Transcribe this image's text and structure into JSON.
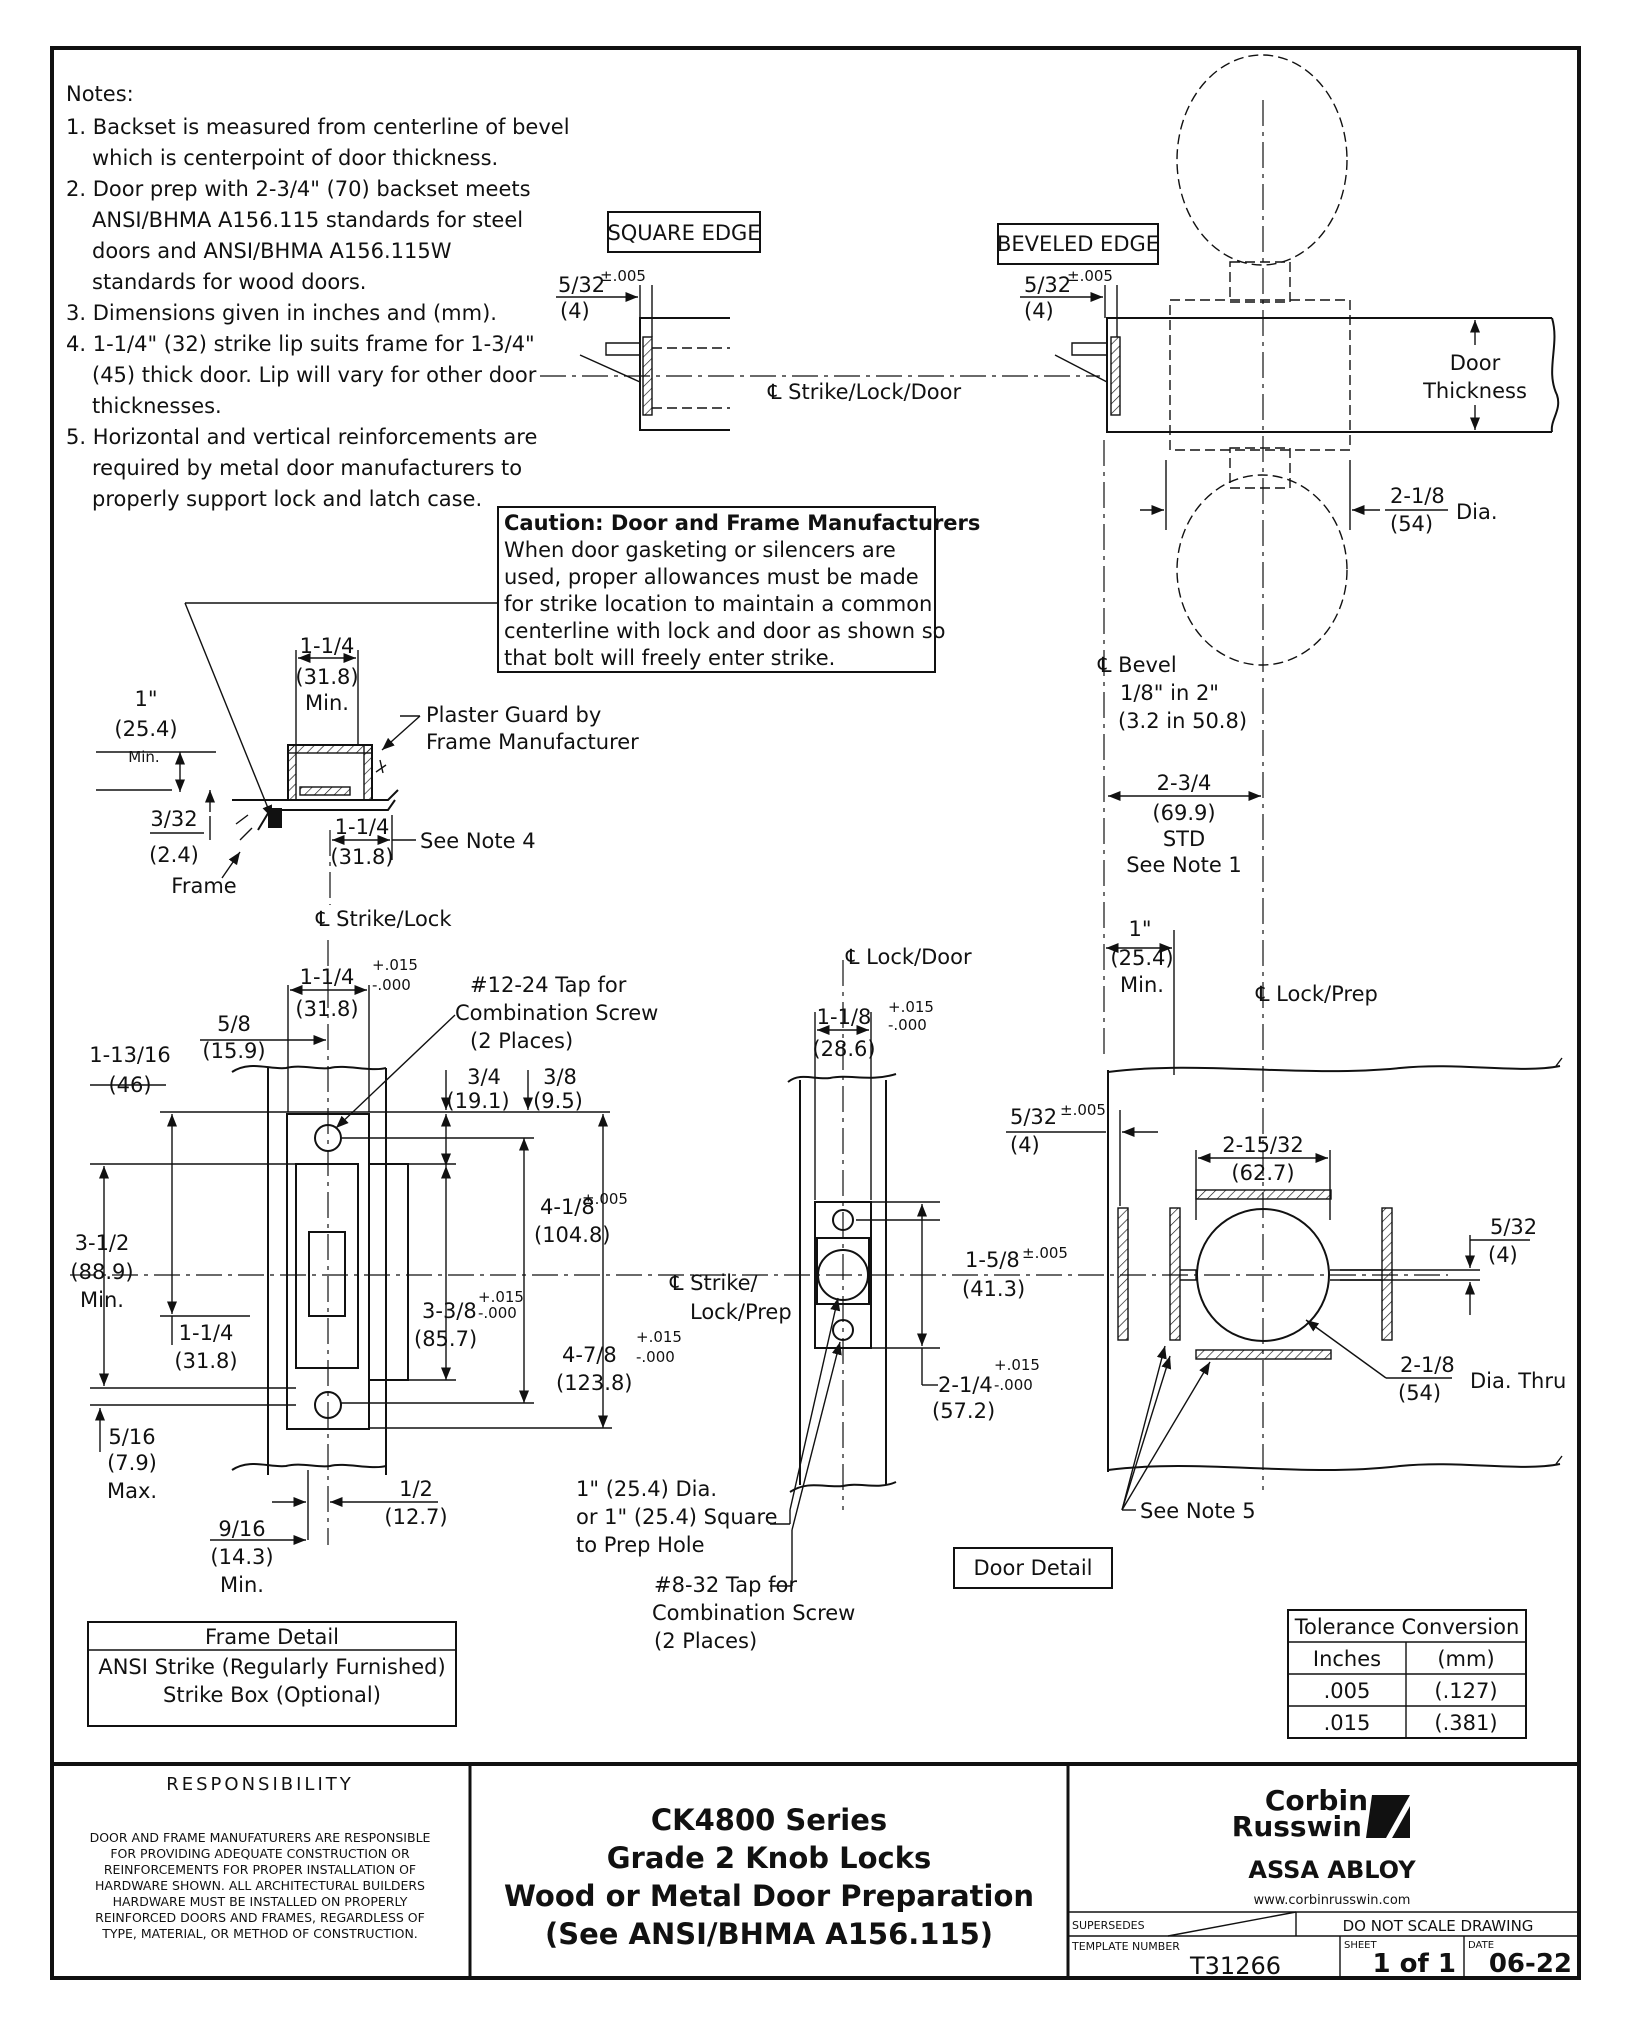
{
  "notes": {
    "heading": "Notes:",
    "items": [
      "1. Backset is measured from centerline of bevel",
      "which is centerpoint of door thickness.",
      "2. Door prep with 2-3/4\" (70) backset meets",
      "ANSI/BHMA A156.115 standards for steel",
      "doors and ANSI/BHMA A156.115W",
      "standards for wood doors.",
      "3. Dimensions given in inches and (mm).",
      "4. 1-1/4\" (32) strike lip suits frame for 1-3/4\"",
      "(45) thick door. Lip will vary for other door",
      "thicknesses.",
      "5. Horizontal and vertical reinforcements are",
      "required by metal door manufacturers to",
      "properly support lock and latch case."
    ]
  },
  "caution": {
    "title": "Caution: Door and Frame Manufacturers",
    "lines": [
      "When door gasketing or silencers are",
      "used, proper allowances must be made",
      "for strike location to maintain a common",
      "centerline with lock and door as shown so",
      "that bolt will freely enter strike."
    ]
  },
  "square_edge": {
    "label": "SQUARE EDGE",
    "dim": "5/32",
    "tol": "±.005",
    "mm": "(4)"
  },
  "beveled_edge": {
    "label": "BEVELED EDGE",
    "dim": "5/32",
    "tol": "±.005",
    "mm": "(4)"
  },
  "centerline_strike_lock_door": "Strike/Lock/Door",
  "door_thickness": [
    "Door",
    "Thickness"
  ],
  "knob_dia": {
    "in": "2-1/8",
    "mm": "(54)",
    "suffix": "Dia."
  },
  "bevel": {
    "l1": "Bevel",
    "l2": "1/8\" in 2\"",
    "l3": "(3.2 in 50.8)"
  },
  "backset": {
    "in": "2-3/4",
    "mm": "(69.9)",
    "l3": "STD",
    "l4": "See Note 1"
  },
  "door_edge_min": {
    "in": "1\"",
    "mm": "(25.4)",
    "min": "Min."
  },
  "section": {
    "w_in": "1-1/4",
    "w_mm": "(31.8)",
    "w_min": "Min.",
    "plaster": [
      "Plaster Guard by",
      "Frame Manufacturer"
    ],
    "d1_in": "1\"",
    "d1_mm": "(25.4)",
    "d1_min": "Min.",
    "d2_in": "3/32",
    "d2_mm": "(2.4)",
    "lip_in": "1-1/4",
    "lip_mm": "(31.8)",
    "lip_note": "See Note 4",
    "frame": "Frame",
    "cl": "Strike/Lock"
  },
  "frame_detail": {
    "w_in": "1-1/4",
    "w_tol_p": "+.015",
    "w_tol_m": "-.000",
    "w_mm": "(31.8)",
    "a_in": "5/8",
    "a_mm": "(15.9)",
    "tap": [
      "#12-24 Tap for",
      "Combination Screw",
      "(2 Places)"
    ],
    "b_in": "1-13/16",
    "b_mm": "(46)",
    "c_in": "3/4",
    "c_mm": "(19.1)",
    "d_in": "3/8",
    "d_mm": "(9.5)",
    "e_in": "4-1/8",
    "e_tol": "±.005",
    "e_mm": "(104.8)",
    "f_in": "3-1/2",
    "f_mm": "(88.9)",
    "f_min": "Min.",
    "g_in": "3-3/8",
    "g_tol_p": "+.015",
    "g_tol_m": "-.000",
    "g_mm": "(85.7)",
    "h_in": "1-1/4",
    "h_mm": "(31.8)",
    "i_in": "4-7/8",
    "i_tol_p": "+.015",
    "i_tol_m": "-.000",
    "i_mm": "(123.8)",
    "j_in": "5/16",
    "j_mm": "(7.9)",
    "j_max": "Max.",
    "k_in": "1/2",
    "k_mm": "(12.7)",
    "l_in": "9/16",
    "l_mm": "(14.3)",
    "l_min": "Min."
  },
  "frame_table": {
    "title": "Frame Detail",
    "rows": [
      "ANSI Strike (Regularly Furnished)",
      "Strike Box (Optional)"
    ]
  },
  "lock_edge": {
    "cl": "Lock/Door",
    "w_in": "1-1/8",
    "w_tol_p": "+.015",
    "w_tol_m": "-.000",
    "w_mm": "(28.6)",
    "cl_mid": [
      "Strike/",
      "Lock/Prep"
    ],
    "a_in": "1-5/8",
    "a_tol": "±.005",
    "a_mm": "(41.3)",
    "b_in": "2-1/4",
    "b_tol_p": "+.015",
    "b_tol_m": "-.000",
    "b_mm": "(57.2)",
    "prep": [
      "1\" (25.4) Dia.",
      "or 1\" (25.4) Square",
      "to Prep Hole"
    ],
    "tap": [
      "#8-32 Tap for",
      "Combination Screw",
      "(2 Places)"
    ]
  },
  "door_detail": {
    "label": "Door Detail",
    "cl": "Lock/Prep",
    "a_in": "5/32",
    "a_tol": "±.005",
    "a_mm": "(4)",
    "hole_in": "2-15/32",
    "hole_mm": "(62.7)",
    "b_in": "5/32",
    "b_mm": "(4)",
    "c_in": "2-1/8",
    "c_mm": "(54)",
    "c_suffix": "Dia. Thru",
    "note": "See Note 5"
  },
  "tolerance": {
    "title": "Tolerance Conversion",
    "headers": [
      "Inches",
      "(mm)"
    ],
    "rows": [
      [
        ".005",
        "(.127)"
      ],
      [
        ".015",
        "(.381)"
      ]
    ]
  },
  "title_block": {
    "resp_title": "RESPONSIBILITY",
    "resp_lines": [
      "DOOR AND FRAME MANUFATURERS ARE RESPONSIBLE",
      "FOR PROVIDING ADEQUATE CONSTRUCTION OR",
      "REINFORCEMENTS FOR PROPER INSTALLATION OF",
      "HARDWARE SHOWN. ALL ARCHITECTURAL BUILDERS",
      "HARDWARE MUST BE INSTALLED ON PROPERLY",
      "REINFORCED DOORS AND FRAMES, REGARDLESS OF",
      "TYPE, MATERIAL, OR METHOD OF CONSTRUCTION."
    ],
    "title_lines": [
      "CK4800 Series",
      "Grade 2 Knob Locks",
      "Wood or Metal Door Preparation",
      "(See ANSI/BHMA A156.115)"
    ],
    "brand1": "Corbin",
    "brand2": "Russwin",
    "assa": "ASSA ABLOY",
    "url": "www.corbinrusswin.com",
    "supersedes_label": "SUPERSEDES",
    "do_not_scale": "DO NOT SCALE DRAWING",
    "template_label": "TEMPLATE NUMBER",
    "template_number": "T31266",
    "sheet_label": "SHEET",
    "sheet": "1 of 1",
    "date_label": "DATE",
    "date": "06-22"
  }
}
